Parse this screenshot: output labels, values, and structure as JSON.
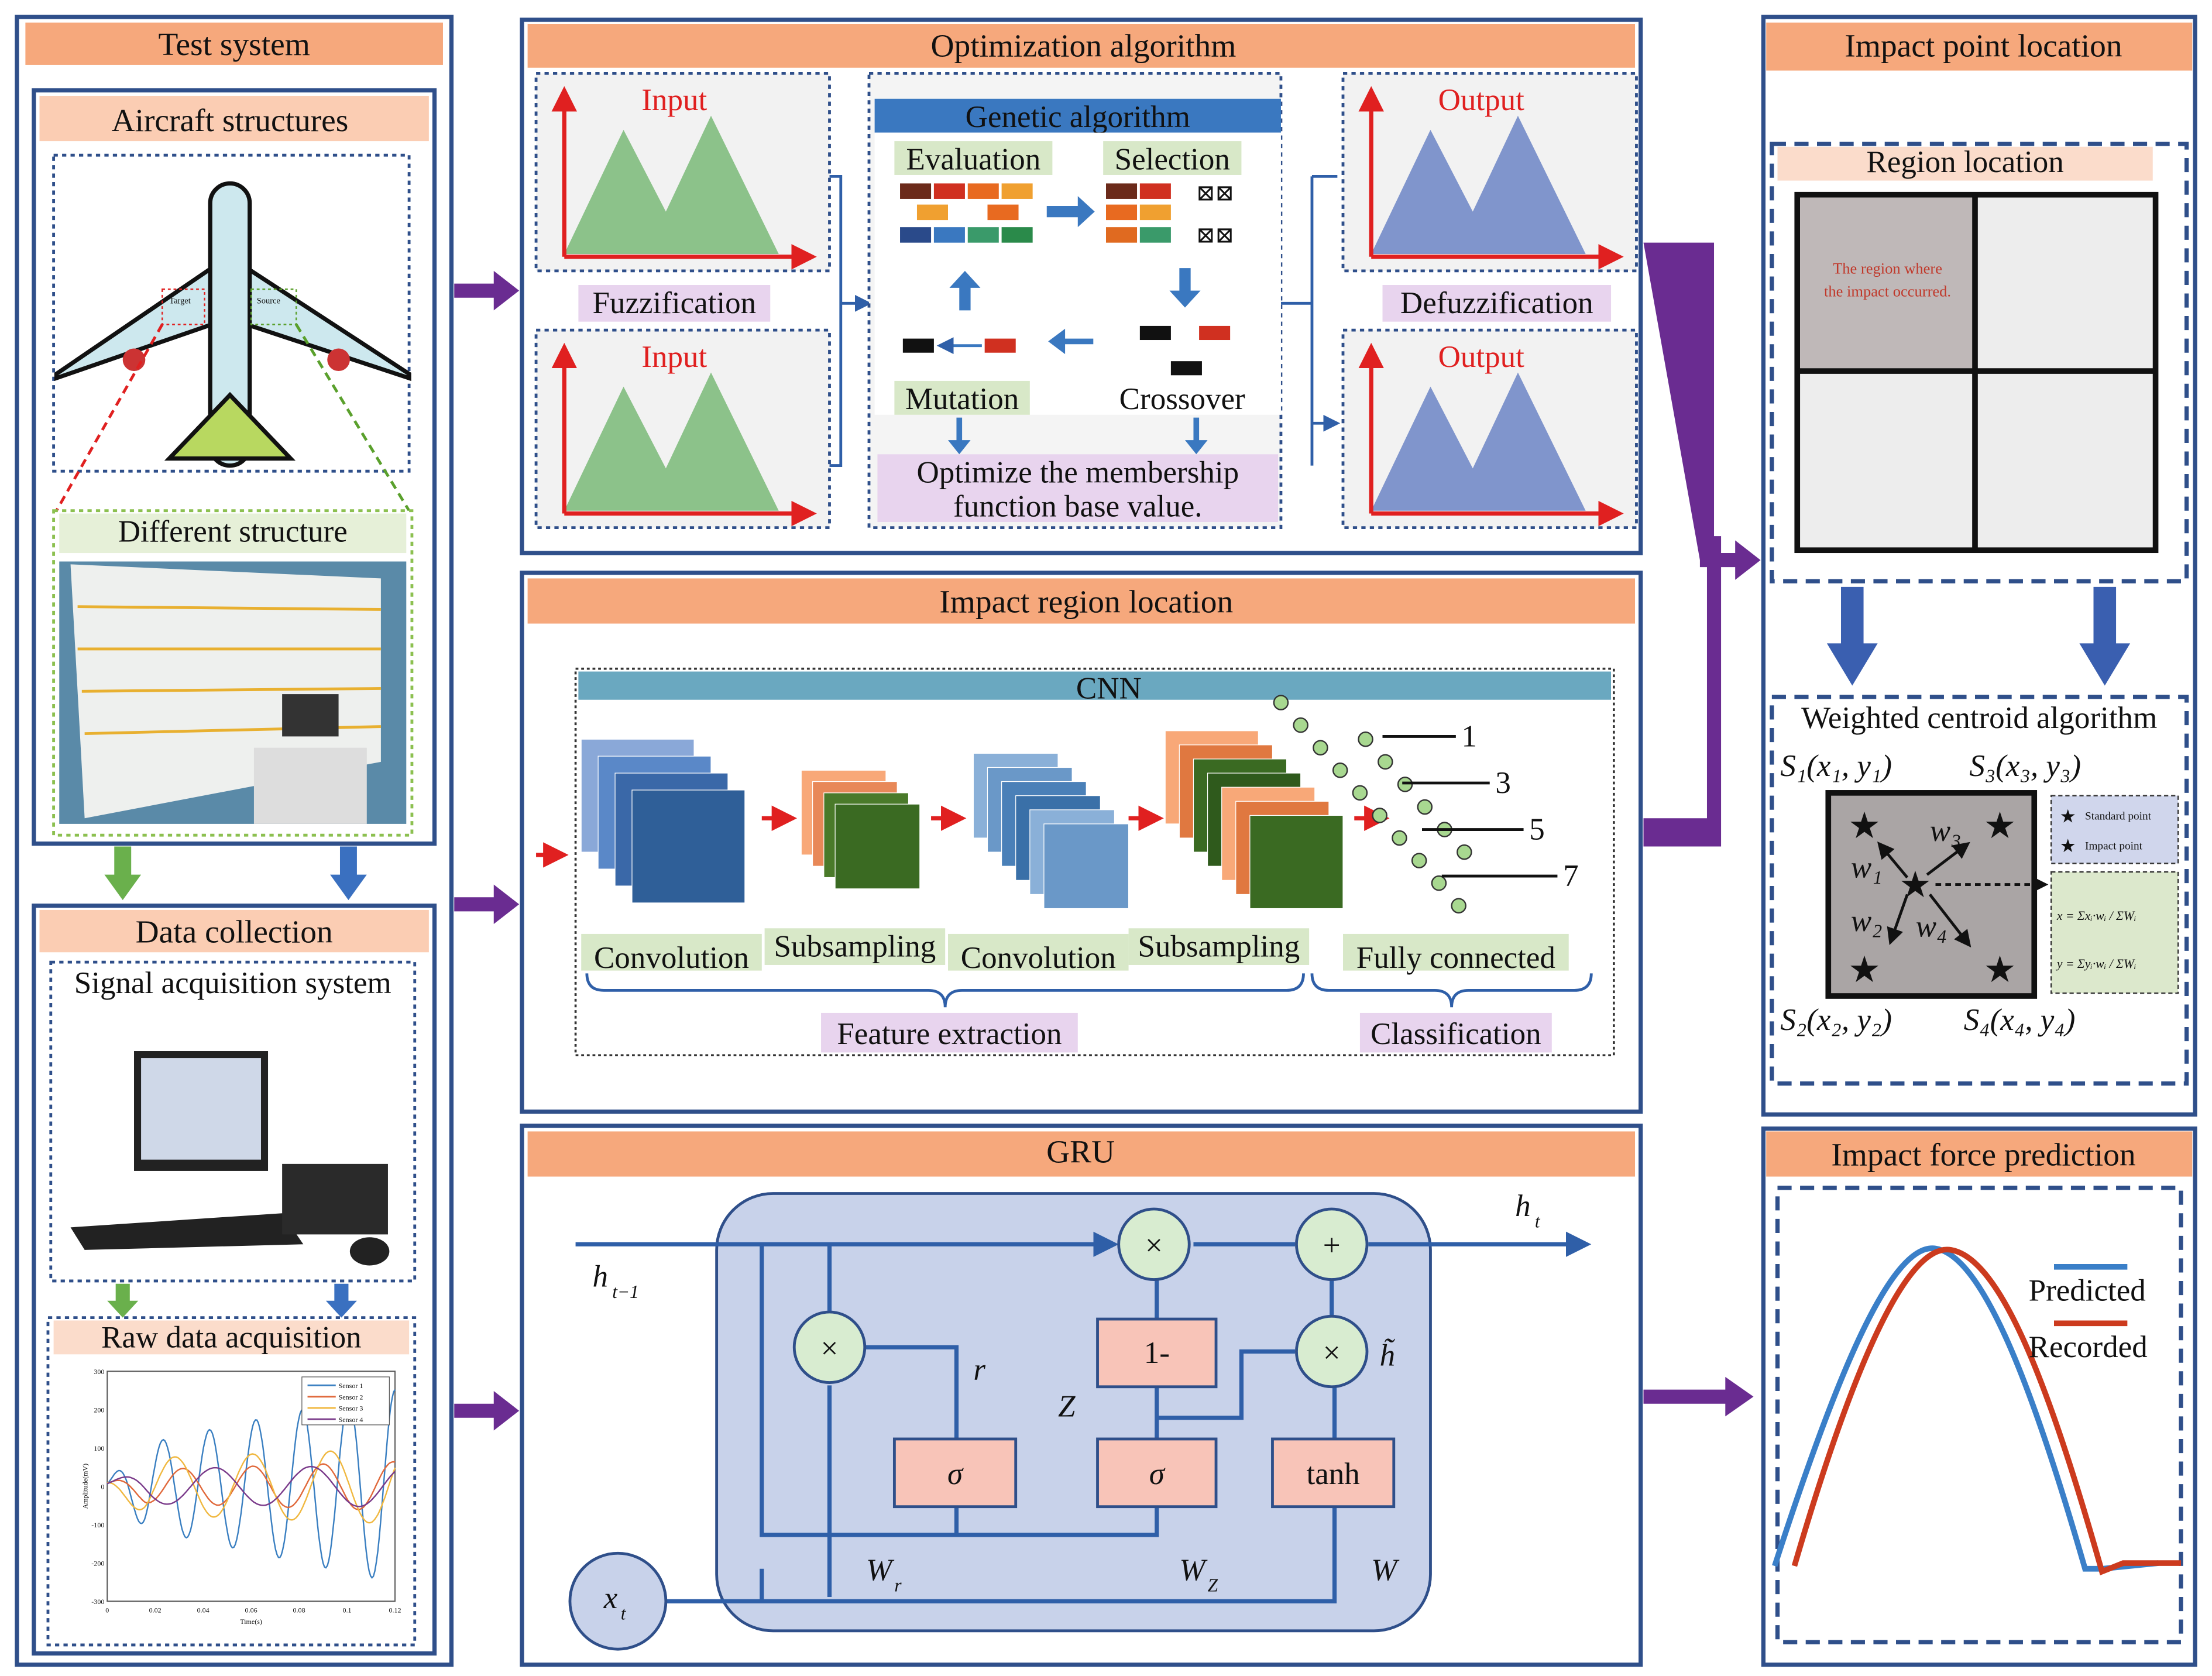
{
  "test_system": {
    "title": "Test system",
    "aircraft": {
      "title": "Aircraft structures",
      "target_label": "Target",
      "source_label": "Source"
    },
    "different_structure": "Different structure",
    "data_collection": {
      "title": "Data collection",
      "signal_acquisition": "Signal acquisition system",
      "raw_data": "Raw data acquisition",
      "chart": {
        "xlabel": "Time(s)",
        "ylabel": "Amplitude(mV)",
        "xticks": [
          "0",
          "0.02",
          "0.04",
          "0.06",
          "0.08",
          "0.1",
          "0.12"
        ],
        "yticks": [
          "300",
          "200",
          "100",
          "0",
          "-100",
          "-200",
          "-300"
        ],
        "legend": [
          "Sensor 1",
          "Sensor 2",
          "Sensor 3",
          "Sensor 4"
        ],
        "colors": [
          "#3a7fc1",
          "#e0683a",
          "#f0b840",
          "#7a3a8a"
        ]
      }
    }
  },
  "optimization": {
    "title": "Optimization algorithm",
    "input_label": "Input",
    "output_label": "Output",
    "fuzzification": "Fuzzification",
    "defuzzification": "Defuzzification",
    "genetic": {
      "title": "Genetic algorithm",
      "evaluation": "Evaluation",
      "selection": "Selection",
      "mutation": "Mutation",
      "crossover": "Crossover"
    },
    "optimize_note_1": "Optimize the membership",
    "optimize_note_2": "function base value."
  },
  "impact_region": {
    "title": "Impact region location",
    "cnn_title": "CNN",
    "layers": [
      "Convolution",
      "Subsampling",
      "Convolution",
      "Subsampling",
      "Fully connected"
    ],
    "outputs": [
      "1",
      "3",
      "5",
      "7"
    ],
    "feature_extraction": "Feature extraction",
    "classification": "Classification"
  },
  "gru": {
    "title": "GRU",
    "h_prev": "h",
    "h_prev_sub": "t−1",
    "h_t": "h",
    "h_t_sub": "t",
    "x_t": "x",
    "x_t_sub": "t",
    "r_t": "r",
    "z_t": "Z",
    "h_tilde": "h̃",
    "sigma": "σ",
    "tanh": "tanh",
    "one_minus": "1-",
    "times": "×",
    "plus": "+",
    "w_r": "W",
    "w_r_sub": "r",
    "w_z": "W",
    "w_z_sub": "Z",
    "w": "W"
  },
  "impact_point": {
    "title": "Impact point location",
    "region_location": "Region location",
    "region_note_1": "The region where",
    "region_note_2": "the impact occurred.",
    "weighted_centroid": "Weighted centroid algorithm",
    "s1": "S₁(x₁, y₁)",
    "s2": "S₂(x₂, y₂)",
    "s3": "S₃(x₃, y₃)",
    "s4": "S₄(x₄, y₄)",
    "w1": "w₁",
    "w2": "w₂",
    "w3": "w₃",
    "w4": "w₄",
    "legend_standard": "Standard point",
    "legend_impact": "Impact point",
    "formula_x": "x = Σxᵢ·wᵢ / ΣWᵢ",
    "formula_y": "y = Σyᵢ·wᵢ / ΣWᵢ"
  },
  "impact_force": {
    "title": "Impact force prediction",
    "legend": [
      "Predicted",
      "Recorded"
    ],
    "colors": [
      "#3a7fc8",
      "#cc3b1e"
    ]
  },
  "colors": {
    "header": "#f6a87c",
    "panel_border": "#2f4f8a",
    "flow_arrow": "#6a2c91",
    "fuzzy_green": "#8cc28a",
    "fuzzy_blue": "#8095cc",
    "axis_red": "#e02020"
  }
}
